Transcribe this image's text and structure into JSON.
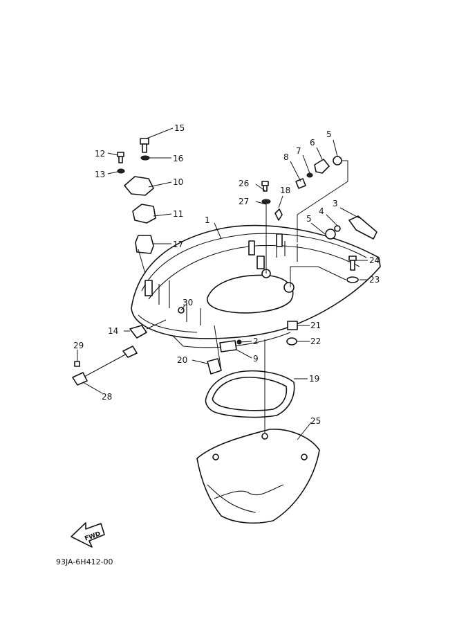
{
  "diagram": {
    "code": "93JA-6H412-00",
    "fwd_label": "FWD",
    "callouts": [
      "1",
      "2",
      "3",
      "4",
      "5",
      "5",
      "6",
      "7",
      "8",
      "9",
      "10",
      "11",
      "12",
      "13",
      "14",
      "15",
      "16",
      "17",
      "18",
      "19",
      "20",
      "21",
      "22",
      "23",
      "24",
      "25",
      "26",
      "27",
      "28",
      "29",
      "30"
    ]
  }
}
